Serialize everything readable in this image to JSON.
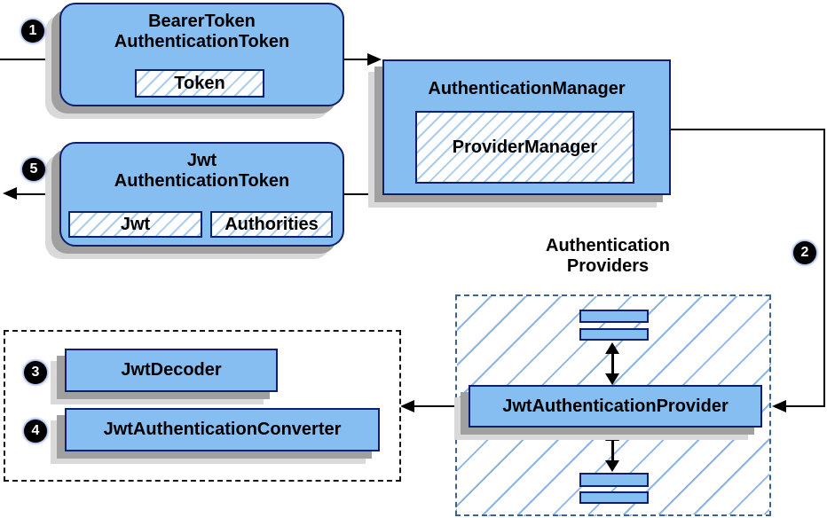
{
  "colors": {
    "box_fill": "#87bef2",
    "box_border": "#0e1f6b",
    "hatch_line": "#a9ccf3",
    "group_hatch_line": "#8cb4e6",
    "group_border": "#3a648f",
    "decoder_group_border": "#151515",
    "shadow_dark": "#a0a0a0",
    "shadow_light": "#d9d9d9",
    "connector": "#000000",
    "badge_bg": "#000000",
    "badge_text": "#ffffff"
  },
  "steps": {
    "s1": "1",
    "s2": "2",
    "s3": "3",
    "s4": "4",
    "s5": "5"
  },
  "nodes": {
    "bearer_token": {
      "line1": "BearerToken",
      "line2": "AuthenticationToken",
      "field": "Token"
    },
    "auth_manager": {
      "title": "AuthenticationManager",
      "inner": "ProviderManager"
    },
    "jwt_token": {
      "line1": "Jwt",
      "line2": "AuthenticationToken",
      "field_jwt": "Jwt",
      "field_authorities": "Authorities"
    },
    "providers_group": {
      "line1": "Authentication",
      "line2": "Providers"
    },
    "jwt_auth_provider": {
      "label": "JwtAuthenticationProvider"
    },
    "jwt_decoder": {
      "label": "JwtDecoder"
    },
    "jwt_auth_converter": {
      "label": "JwtAuthenticationConverter"
    }
  }
}
